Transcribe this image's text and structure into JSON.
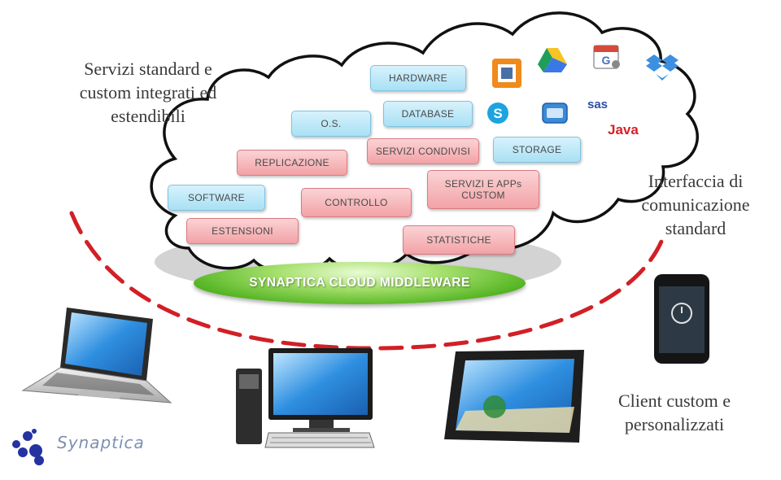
{
  "captions": {
    "services": [
      "Servizi standard e",
      "custom integrati ed",
      "estendibili"
    ],
    "interface": [
      "Interfaccia di",
      "comunicazione",
      "standard"
    ],
    "clients": [
      "Client custom e",
      "personalizzati"
    ]
  },
  "modules": {
    "hardware": "HARDWARE",
    "database": "DATABASE",
    "os": "O.S.",
    "replicazione": "REPLICAZIONE",
    "servizi_condivisi": "SERVIZI CONDIVISI",
    "storage": "STORAGE",
    "software": "SOFTWARE",
    "controllo": "CONTROLLO",
    "servizi_apps_custom": [
      "SERVIZI E APPs",
      "CUSTOM"
    ],
    "estensioni": "ESTENSIONI",
    "statistiche": "STATISTICHE"
  },
  "middleware_label": "SYNAPTICA CLOUD MIDDLEWARE",
  "logo_text": "Synaptica",
  "brand_labels": {
    "sas": "sas",
    "java": "Java"
  },
  "icons": [
    "vmware-icon",
    "google-drive-icon",
    "google-calendar-icon",
    "dropbox-icon",
    "skype-icon",
    "chat-icon",
    "sas-icon",
    "java-icon",
    "laptop-icon",
    "desktop-pc-icon",
    "tablet-icon",
    "smartphone-icon"
  ],
  "colors": {
    "blue_box": "#a9e0f5",
    "red_box": "#f2a2a6",
    "middleware": "#55b523",
    "dashed_line": "#d21f26"
  }
}
